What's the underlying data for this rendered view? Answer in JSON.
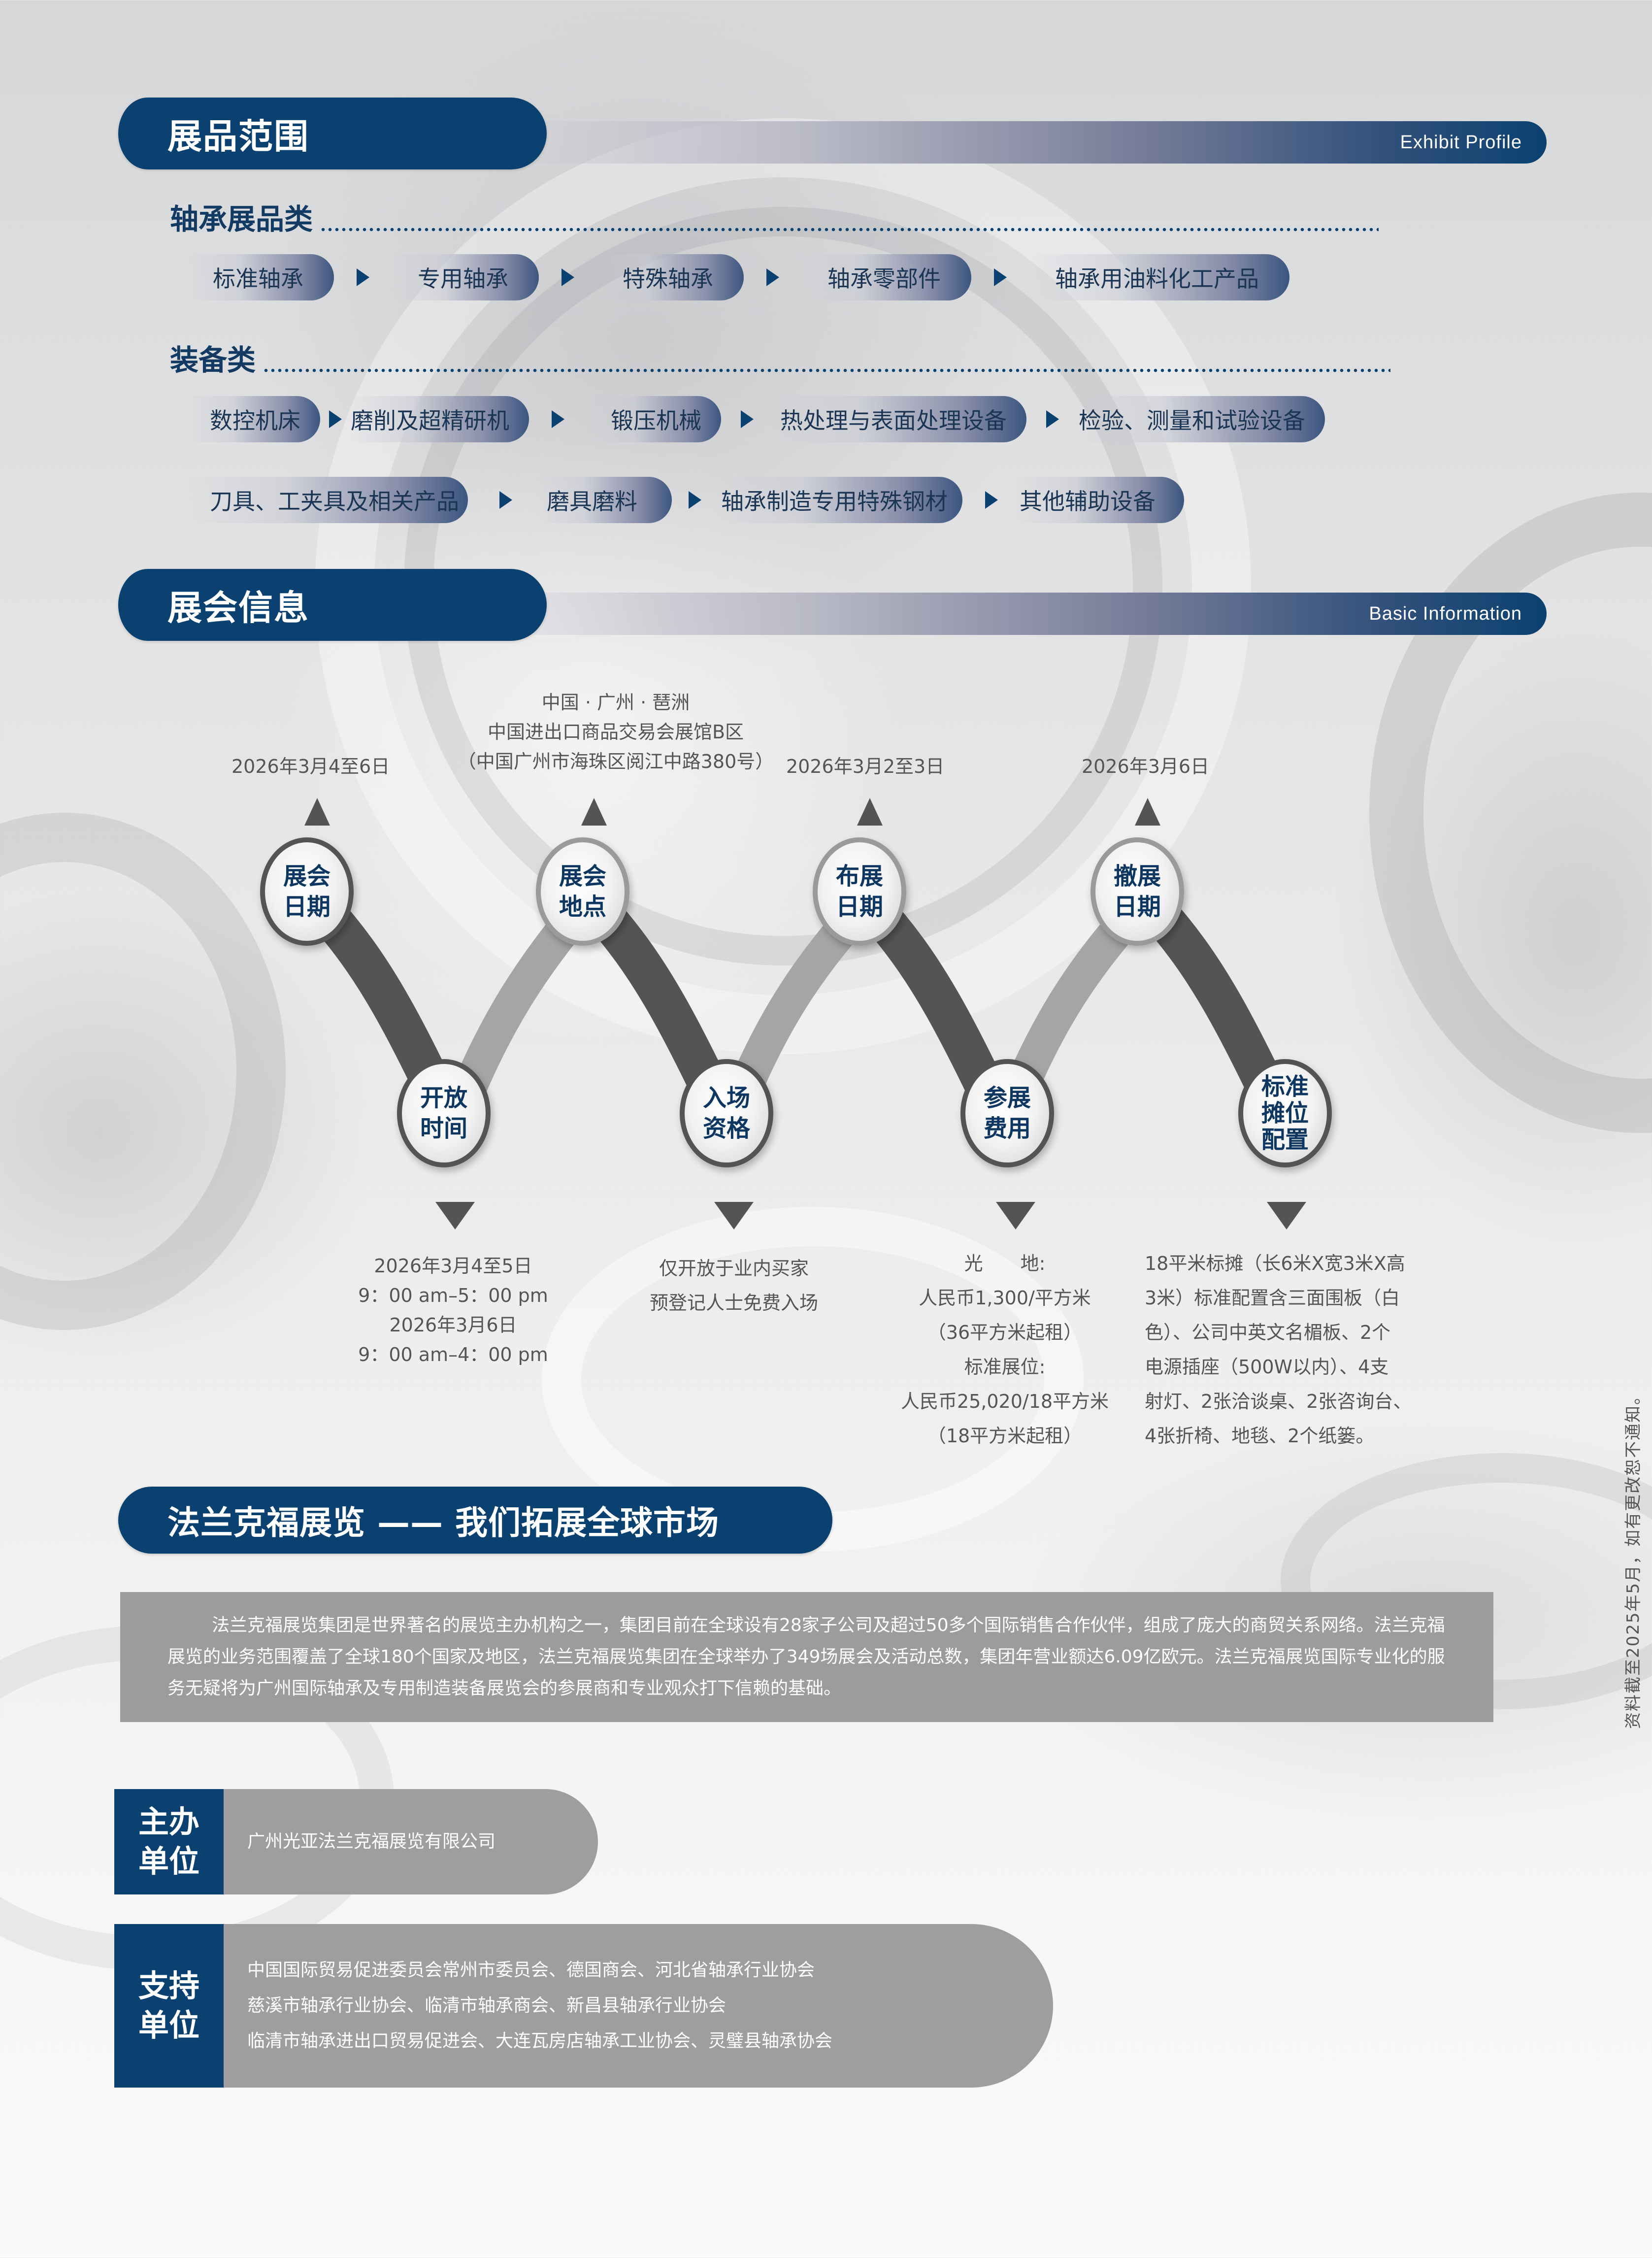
{
  "exhibit_profile": {
    "title": "展品范围",
    "subtitle_en": "Exhibit Profile",
    "categories": [
      {
        "title": "轴承展品类",
        "rows": [
          [
            "标准轴承",
            "专用轴承",
            "特殊轴承",
            "轴承零部件",
            "轴承用油料化工产品"
          ]
        ]
      },
      {
        "title": "装备类",
        "rows": [
          [
            "数控机床",
            "磨削及超精研机",
            "锻压机械",
            "热处理与表面处理设备",
            "检验、测量和试验设备"
          ],
          [
            "刀具、工夹具及相关产品",
            "磨具磨料",
            "轴承制造专用特殊钢材",
            "其他辅助设备"
          ]
        ]
      }
    ]
  },
  "basic_info": {
    "title": "展会信息",
    "subtitle_en": "Basic Information",
    "top_nodes": [
      {
        "label_l1": "展会",
        "label_l2": "日期",
        "text": [
          "2026年3月4至6日"
        ]
      },
      {
        "label_l1": "展会",
        "label_l2": "地点",
        "text": [
          "中国 · 广州 · 琶洲",
          "中国进出口商品交易会展馆B区",
          "（中国广州市海珠区阅江中路380号）"
        ]
      },
      {
        "label_l1": "布展",
        "label_l2": "日期",
        "text": [
          "2026年3月2至3日"
        ]
      },
      {
        "label_l1": "撤展",
        "label_l2": "日期",
        "text": [
          "2026年3月6日"
        ]
      }
    ],
    "bottom_nodes": [
      {
        "label_l1": "开放",
        "label_l2": "时间",
        "label_l3": "",
        "text": [
          "2026年3月4至5日",
          "9：00 am–5：00 pm",
          "2026年3月6日",
          "9：00 am–4：00 pm"
        ]
      },
      {
        "label_l1": "入场",
        "label_l2": "资格",
        "label_l3": "",
        "text": [
          "仅开放于业内买家",
          "预登记人士免费入场"
        ]
      },
      {
        "label_l1": "参展",
        "label_l2": "费用",
        "label_l3": "",
        "text": [
          "光　　地:",
          "人民币1,300/平方米",
          "（36平方米起租）",
          "标准展位:",
          "人民币25,020/18平方米",
          "（18平方米起租）"
        ]
      },
      {
        "label_l1": "标准",
        "label_l2": "摊位",
        "label_l3": "配置",
        "text": [
          "18平米标摊（长6米X宽3米X高",
          "3米）标准配置含三面围板（白",
          "色）、公司中英文名楣板、2个",
          "电源插座（500W以内）、4支",
          "射灯、2张洽谈桌、2张咨询台、",
          "4张折椅、地毯、2个纸篓。"
        ]
      }
    ]
  },
  "messe": {
    "slogan": "法兰克福展览 —— 我们拓展全球市场",
    "about": "法兰克福展览集团是世界著名的展览主办机构之一，集团目前在全球设有28家子公司及超过50多个国际销售合作伙伴，组成了庞大的商贸关系网络。法兰克福展览的业务范围覆盖了全球180个国家及地区，法兰克福展览集团在全球举办了349场展会及活动总数，集团年营业额达6.09亿欧元。法兰克福展览国际专业化的服务无疑将为广州国际轴承及专用制造装备展览会的参展商和专业观众打下信赖的基础。"
  },
  "organizers": {
    "host": {
      "label_l1": "主办",
      "label_l2": "单位",
      "lines": [
        "广州光亚法兰克福展览有限公司"
      ]
    },
    "support": {
      "label_l1": "支持",
      "label_l2": "单位",
      "lines": [
        "中国国际贸易促进委员会常州市委员会、德国商会、河北省轴承行业协会",
        "慈溪市轴承行业协会、临清市轴承商会、新昌县轴承行业协会",
        "临清市轴承进出口贸易促进会、大连瓦房店轴承工业协会、灵璧县轴承协会"
      ]
    }
  },
  "side_note": "资料截至2025年5月，如有更改恕不通知。",
  "colors": {
    "brand_navy": "#0b4170",
    "connector_dark": "#555353",
    "panel_gray": "#9e9e9e",
    "text_gray": "#555555"
  }
}
